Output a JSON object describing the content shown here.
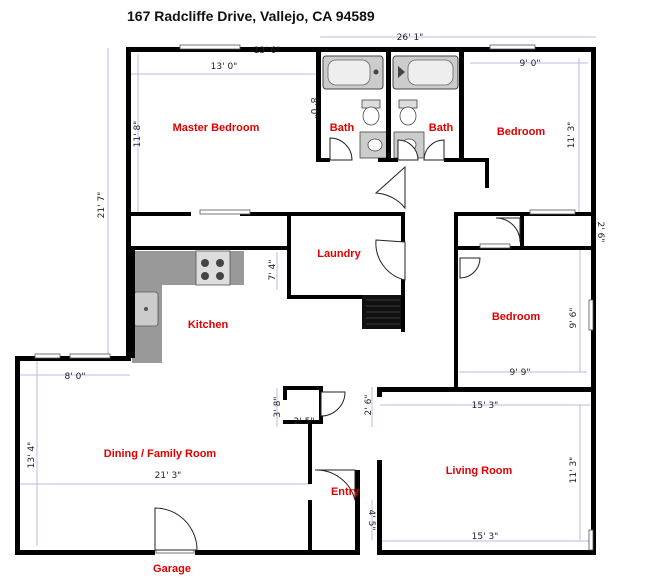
{
  "plan": {
    "title": "167 Radcliffe Drive, Vallejo, CA 94589",
    "rooms": {
      "master_bedroom": "Master Bedroom",
      "bath1": "Bath",
      "bath2": "Bath",
      "bedroom1": "Bedroom",
      "laundry": "Laundry",
      "kitchen": "Kitchen",
      "bedroom2": "Bedroom",
      "dining_family": "Dining / Family Room",
      "living": "Living Room",
      "entry": "Entry",
      "garage": "Garage"
    },
    "dims": {
      "d_26_1": "26' 1\"",
      "d_13_6": "13' 6\"",
      "d_13_0": "13' 0\"",
      "d_9_0": "9' 0\"",
      "d_8_0_bath": "8' 0\"",
      "d_11_8": "11' 8\"",
      "d_11_3_a": "11' 3\"",
      "d_21_7": "21' 7\"",
      "d_7_4": "7' 4\"",
      "d_2_6_closet": "2' 6\"",
      "d_9_6": "9' 6\"",
      "d_9_9": "9' 9\"",
      "d_8_0_dining": "8' 0\"",
      "d_21_3": "21' 3\"",
      "d_3_8": "3' 8\"",
      "d_2_5": "2' 5\"",
      "d_2_6_hall": "2' 6\"",
      "d_15_3_top": "15' 3\"",
      "d_15_3_bot": "15' 3\"",
      "d_11_3_b": "11' 3\"",
      "d_13_4": "13' 4\"",
      "d_4_5": "4' 5\""
    }
  }
}
